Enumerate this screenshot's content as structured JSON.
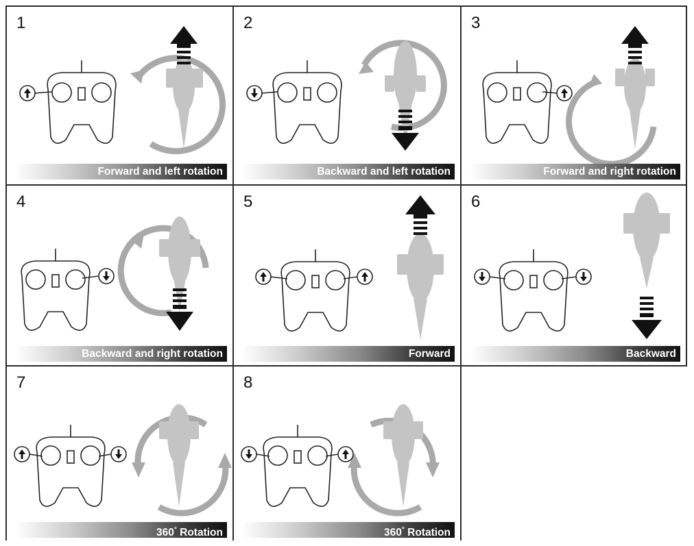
{
  "panels": [
    {
      "number": "1",
      "caption": "Forward and left rotation"
    },
    {
      "number": "2",
      "caption": "Backward and left rotation"
    },
    {
      "number": "3",
      "caption": "Forward and right rotation"
    },
    {
      "number": "4",
      "caption": "Backward and right rotation"
    },
    {
      "number": "5",
      "caption": "Forward"
    },
    {
      "number": "6",
      "caption": "Backward"
    },
    {
      "number": "7",
      "caption_main": "360",
      "caption_deg": "°",
      "caption_rest": " Rotation"
    },
    {
      "number": "8",
      "caption_main": "360",
      "caption_deg": "°",
      "caption_rest": " Rotation"
    }
  ],
  "colors": {
    "grid": "#2a2a2a",
    "arrow": "#111111",
    "rotation_ring": "#a9a9a9",
    "figure": "#c4c4c4"
  },
  "icons": [
    "remote-controller-icon",
    "up-arrow-icon",
    "down-arrow-icon",
    "animal-toy-icon",
    "rotation-ring-icon",
    "direction-arrow-icon"
  ]
}
